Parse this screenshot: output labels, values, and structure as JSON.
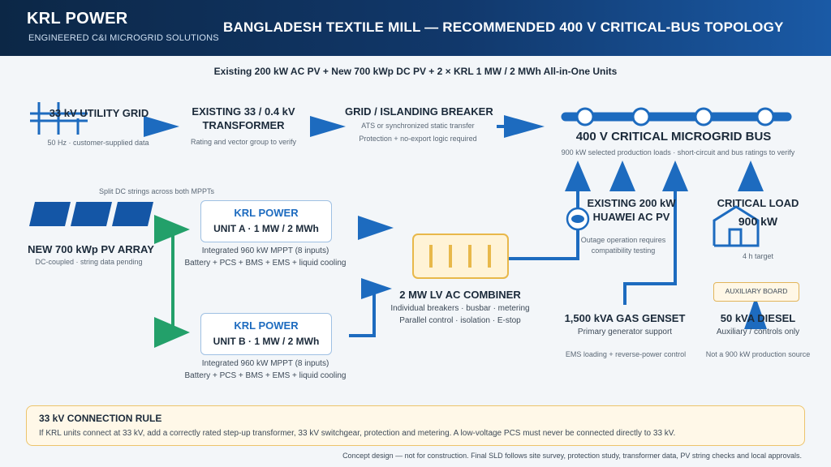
{
  "header": {
    "brand": "KRL POWER",
    "tagline": "ENGINEERED C&I MICROGRID SOLUTIONS",
    "title": "BANGLADESH TEXTILE MILL — RECOMMENDED 400 V CRITICAL-BUS TOPOLOGY"
  },
  "subtitle": "Existing 200 kW AC PV + New 700 kWp DC PV + 2 × KRL 1 MW / 2 MWh All-in-One Units",
  "grid": {
    "title": "33 kV UTILITY GRID",
    "note": "50 Hz · customer-supplied data"
  },
  "transformer": {
    "title_line1": "EXISTING 33 / 0.4 kV",
    "title_line2": "TRANSFORMER",
    "note": "Rating and vector group to verify"
  },
  "breaker": {
    "title": "GRID / ISLANDING BREAKER",
    "note_line1": "ATS or synchronized static transfer",
    "note_line2": "Protection + no-export logic required"
  },
  "bus": {
    "title": "400 V CRITICAL MICROGRID BUS",
    "note": "900 kW selected production loads · short-circuit and bus ratings to verify"
  },
  "pv_array": {
    "split_note": "Split DC strings across both MPPTs",
    "title": "NEW 700 kWp PV ARRAY",
    "note": "DC-coupled · string data pending"
  },
  "unit_a": {
    "brand": "KRL POWER",
    "name": "UNIT A · 1 MW / 2 MWh",
    "note_line1": "Integrated 960 kW MPPT (8 inputs)",
    "note_line2": "Battery + PCS + BMS + EMS + liquid cooling"
  },
  "unit_b": {
    "brand": "KRL POWER",
    "name": "UNIT B · 1 MW / 2 MWh",
    "note_line1": "Integrated 960 kW MPPT (8 inputs)",
    "note_line2": "Battery + PCS + BMS + EMS + liquid cooling"
  },
  "combiner": {
    "title": "2 MW LV AC COMBINER",
    "note_line1": "Individual breakers · busbar · metering",
    "note_line2": "Parallel control · isolation · E-stop"
  },
  "huawei_pv": {
    "title_line1": "EXISTING 200 kW",
    "title_line2": "HUAWEI AC PV",
    "note_line1": "Outage operation requires",
    "note_line2": "compatibility testing"
  },
  "critical_load": {
    "title": "CRITICAL LOAD",
    "value": "900 kW",
    "note": "4 h target"
  },
  "gas_genset": {
    "title": "1,500 kVA GAS GENSET",
    "role": "Primary generator support",
    "note": "EMS loading + reverse-power control"
  },
  "diesel": {
    "board": "AUXILIARY BOARD",
    "title": "50 kVA DIESEL",
    "role": "Auxiliary / controls only",
    "note": "Not a 900 kW production source"
  },
  "rule": {
    "title": "33 kV CONNECTION RULE",
    "text": "If KRL units connect at 33 kV, add a correctly rated step-up transformer, 33 kV switchgear, protection and metering. A low-voltage PCS must never be connected directly to 33 kV."
  },
  "footer": "Concept design — not for construction. Final SLD follows site survey, protection study, transformer data, PV string checks and local approvals.",
  "colors": {
    "header_dark": "#0c2746",
    "header_light": "#1a5aa6",
    "ac_line": "#1d6bbf",
    "dc_line": "#23a06a",
    "combiner_border": "#e8b84a",
    "rule_border": "#ecc46c"
  },
  "icons": [
    "grid-tower-icon",
    "solar-panel-icon",
    "pv-inverter-icon",
    "factory-load-icon",
    "battery-cells-icon"
  ]
}
